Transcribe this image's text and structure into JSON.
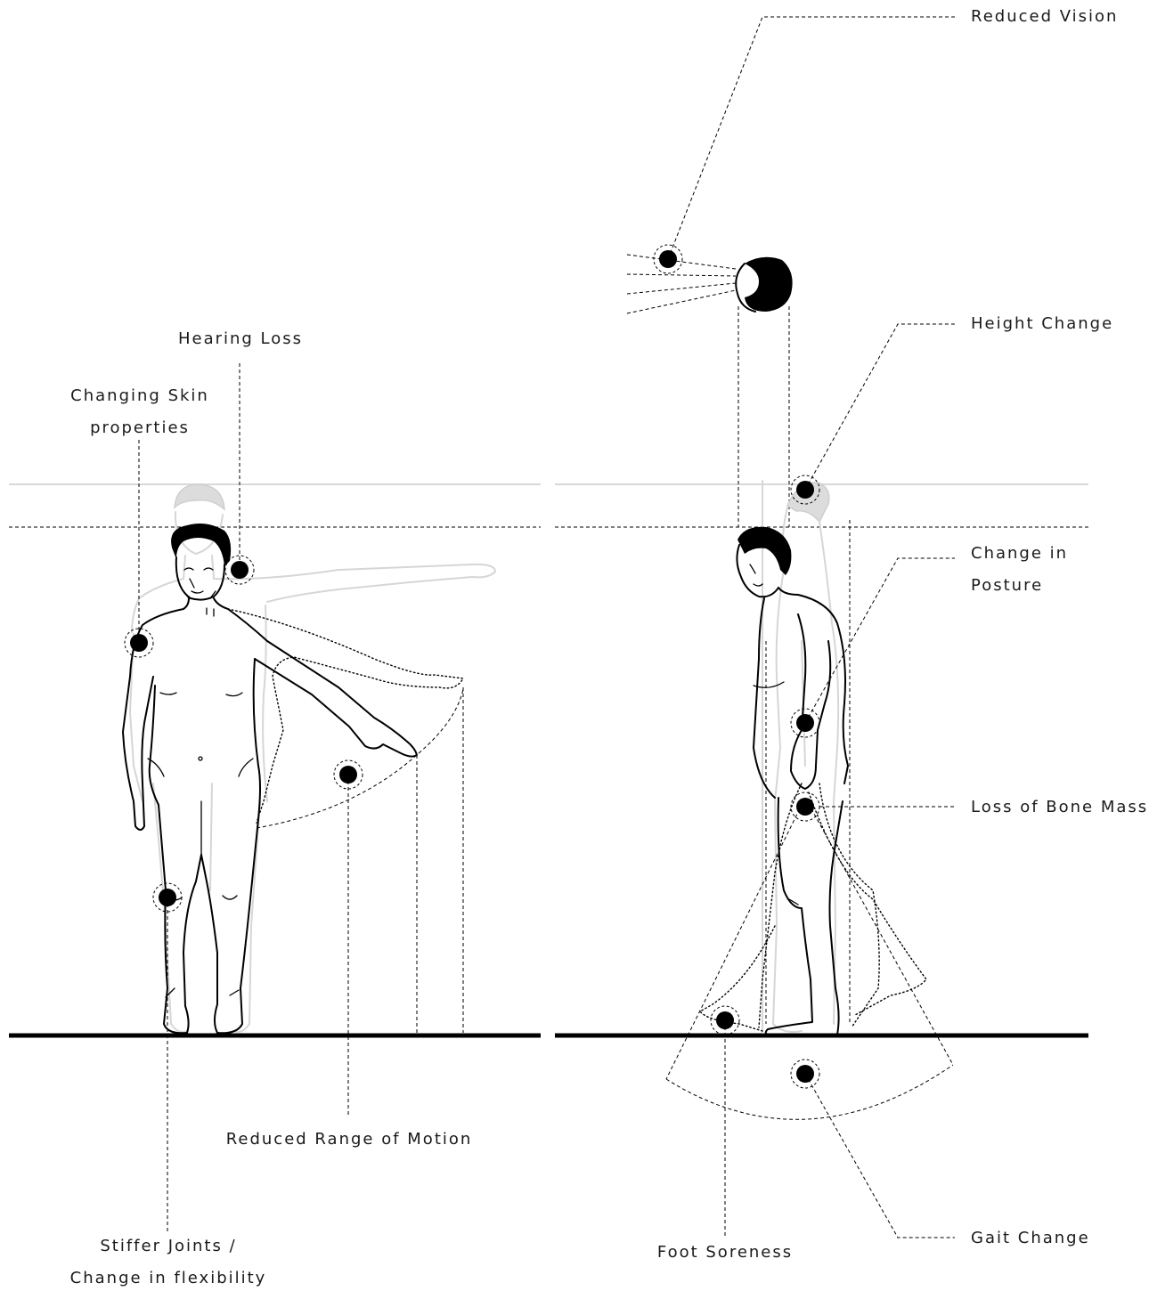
{
  "labels": {
    "reduced_vision": "Reduced Vision",
    "height_change": "Height Change",
    "hearing_loss": "Hearing Loss",
    "skin_line1": "Changing Skin",
    "skin_line2": "properties",
    "change_in_posture_line1": "Change in",
    "change_in_posture_line2": "Posture",
    "loss_of_bone_mass": "Loss of Bone Mass",
    "reduced_range_of_motion": "Reduced Range of Motion",
    "stiffer_joints_line1": "Stiffer Joints /",
    "stiffer_joints_line2": "Change in flexibility",
    "foot_soreness": "Foot Soreness",
    "gait_change": "Gait Change"
  },
  "colors": {
    "ink": "#000000",
    "ghost": "#d6d6d6",
    "text": "#1a1a1a",
    "background": "#ffffff"
  }
}
